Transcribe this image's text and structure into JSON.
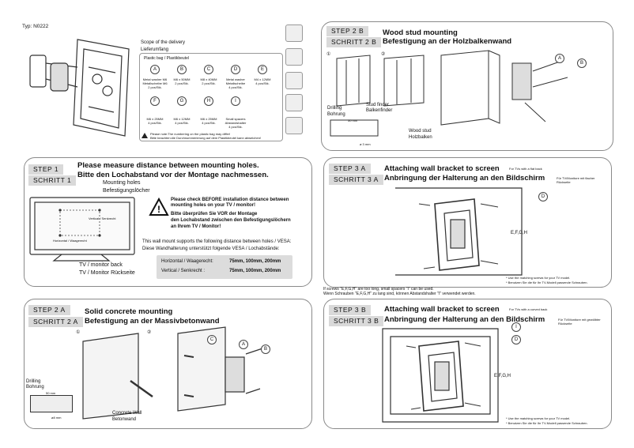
{
  "type_label": "Typ: N0222",
  "delivery": {
    "title": "Scope of the delivery",
    "title_de": "Lieferumfang",
    "bag": "Plastic bag / Plastikbeutel",
    "parts": [
      {
        "letter": "A",
        "l1": "Metal washer M6",
        "l2": "Metallscheibe M6",
        "l3": "2 pcs/Stk."
      },
      {
        "letter": "B",
        "l1": "M6 x 50MM",
        "l2": "2 pcs/Stk.",
        "l3": ""
      },
      {
        "letter": "C",
        "l1": "M8 x 40MM",
        "l2": "2 pcs/Stk.",
        "l3": ""
      },
      {
        "letter": "D",
        "l1": "Metal washer",
        "l2": "Metallscheibe",
        "l3": "4 pcs/Stk."
      },
      {
        "letter": "E",
        "l1": "M4 x 12MM",
        "l2": "4 pcs/Stk.",
        "l3": ""
      },
      {
        "letter": "F",
        "l1": "M6 x 25MM",
        "l2": "4 pcs/Stk.",
        "l3": ""
      },
      {
        "letter": "G",
        "l1": "M6 x 12MM",
        "l2": "4 pcs/Stk.",
        "l3": ""
      },
      {
        "letter": "H",
        "l1": "M6 x 25MM",
        "l2": "4 pcs/Stk.",
        "l3": ""
      },
      {
        "letter": "I",
        "l1": "Small spacers",
        "l2": "Abstandshalter",
        "l3": "4 pcs/Stk."
      }
    ],
    "note1": "Please note:The numbering on the plastic bag may differ!",
    "note2": "Bitte beachten:die Durchnummerierung auf dem Plastikbeutel kann abweichen!"
  },
  "step1": {
    "tab_en": "STEP    1",
    "tab_de": "SCHRITT 1",
    "title_en": "Please measure distance between mounting holes.",
    "title_de": "Bitte den Lochabstand vor der Montage nachmessen.",
    "holes_en": "Mounting holes",
    "holes_de": "Befestigungslöcher",
    "vertical_label": "Vertical / Senkrecht",
    "horizontal_label": "Horizontal / Waagerecht",
    "back_en": "TV / monitor back",
    "back_de": "TV / Monitor Rückseite",
    "warn_en": "Please check BEFORE installation distance between mounting holes on your TV / monitor!",
    "warn_de1": "Bitte überprüfen Sie VOR der Montage",
    "warn_de2": "den Lochabstand zwischen den Befestigungslöchern",
    "warn_de3": "an Ihrem TV / Monitor!",
    "vesa_en": "This wall mount supports the following distance between holes / VESA:",
    "vesa_de": "Diese Wandhalterung unterstützt folgende VESA / Lochabstände:",
    "h_label": "Horizontal / Waagerecht:",
    "h_val": "75mm, 100mm, 200mm",
    "v_label": "Vertical / Senkrecht :",
    "v_val": "75mm, 100mm, 200mm"
  },
  "step2a": {
    "tab_en": "STEP   2 A",
    "tab_de": "SCHRITT 2 A",
    "title_en": "Solid concrete mounting",
    "title_de": "Befestigung an der Massivbetonwand",
    "drill_en": "Drilling",
    "drill_de": "Bohrung",
    "dim1": "50 mm",
    "dim2": "ø8  mm",
    "wall_en": "Concrete Wall",
    "wall_de": "Betonwand",
    "n1": "①",
    "n2": "②"
  },
  "step2b": {
    "tab_en": "STEP  2  B",
    "tab_de": "SCHRITT 2 B",
    "title_en": "Wood stud mounting",
    "title_de": "Befestigung an der Holzbalkenwand",
    "finder_en": "Stud finder",
    "finder_de": "Balkenfinder",
    "drill_en": "Drilling",
    "drill_de": "Bohrung",
    "dim1": "50 mm",
    "dim2": "ø 3 mm",
    "stud_en": "Wood stud",
    "stud_de": "Holzbalken",
    "n1": "①",
    "n2": "②"
  },
  "step3a": {
    "tab_en": "STEP  3 A",
    "tab_de": "SCHRITT 3 A",
    "title_en": "Attaching wall bracket to screen",
    "title_de": "Anbringung der Halterung an den Bildschirm",
    "sub_en": "For TVs with a flat back",
    "sub_de": "Für TV/Monitore mit flacher Rückseite",
    "labels": "E,F,G,H",
    "note1": "* Use the matching screws for your TV model.",
    "note2": "* Benutzen Sie die für Ihr TV-Modell passende Schrauben."
  },
  "spacer_note1": "If screws \"E,F,G,H\" are too long, small spacers \"I\" can be used.",
  "spacer_note2": "Wenn Schrauben  \"E,F,G,H\" zu lang sind,  können Abstandshalter \"I\" verwendet werden.",
  "step3b": {
    "tab_en": "STEP  3 B",
    "tab_de": "SCHRITT 3 B",
    "title_en": "Attaching wall bracket to screen",
    "title_de": "Anbringung der Halterung an den Bildschirm",
    "sub_en": "For TVs with a curved back",
    "sub_de": "Für TV/Monitore mit gewölbter Rückseite",
    "labels": "E,F,G,H",
    "note1": "* Use the matching screws for your TV model.",
    "note2": "* Benutzen Sie die für Ihr TV-Modell passende Schrauben."
  },
  "letters": {
    "A": "A",
    "B": "B",
    "C": "C",
    "D": "D",
    "I": "I"
  }
}
